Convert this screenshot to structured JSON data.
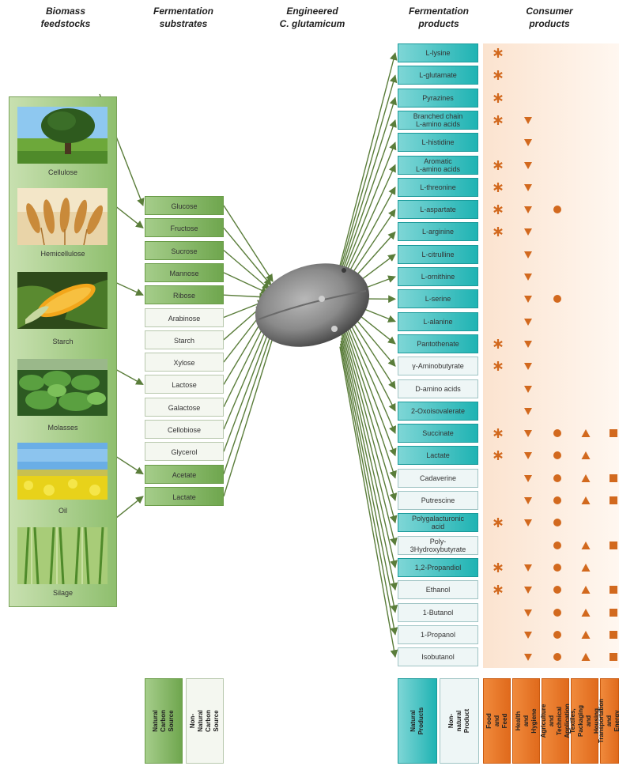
{
  "headers": {
    "feedstocks": "Biomass\nfeedstocks",
    "substrates": "Fermentation\nsubstrates",
    "engineered": "Engineered\nC. glutamicum",
    "products": "Fermentation\nproducts",
    "consumer": "Consumer\nproducts"
  },
  "feedstocks": [
    {
      "label": "Cellulose",
      "picture": "tree-in-meadow"
    },
    {
      "label": "Hemicellulose",
      "picture": "wheat-ears"
    },
    {
      "label": "Starch",
      "picture": "corn-cob"
    },
    {
      "label": "Molasses",
      "picture": "sugar-cane-leaves"
    },
    {
      "label": "Oil",
      "picture": "rapeseed-field"
    },
    {
      "label": "Silage",
      "picture": "grass-stalks"
    }
  ],
  "substrates": [
    {
      "label": "Glucose",
      "type": "natural"
    },
    {
      "label": "Fructose",
      "type": "natural"
    },
    {
      "label": "Sucrose",
      "type": "natural"
    },
    {
      "label": "Mannose",
      "type": "natural"
    },
    {
      "label": "Ribose",
      "type": "natural"
    },
    {
      "label": "Arabinose",
      "type": "non-natural"
    },
    {
      "label": "Starch",
      "type": "non-natural"
    },
    {
      "label": "Xylose",
      "type": "non-natural"
    },
    {
      "label": "Lactose",
      "type": "non-natural"
    },
    {
      "label": "Galactose",
      "type": "non-natural"
    },
    {
      "label": "Cellobiose",
      "type": "non-natural"
    },
    {
      "label": "Glycerol",
      "type": "non-natural"
    },
    {
      "label": "Acetate",
      "type": "natural"
    },
    {
      "label": "Lactate",
      "type": "natural"
    }
  ],
  "feedstock_links": [
    {
      "from": 0,
      "to": 0
    },
    {
      "from": 1,
      "to": 1
    },
    {
      "from": 2,
      "to": 4
    },
    {
      "from": 3,
      "to": 8
    },
    {
      "from": 4,
      "to": 12
    },
    {
      "from": 5,
      "to": 13
    }
  ],
  "products": [
    {
      "label": "L-lysine",
      "type": "natural",
      "marks": [
        "food"
      ]
    },
    {
      "label": "L-glutamate",
      "type": "natural",
      "marks": [
        "food"
      ]
    },
    {
      "label": "Pyrazines",
      "type": "natural",
      "marks": [
        "food"
      ]
    },
    {
      "label": "Branched chain\nL-amino acids",
      "type": "natural",
      "marks": [
        "food",
        "health"
      ]
    },
    {
      "label": "L-histidine",
      "type": "natural",
      "marks": [
        "health"
      ]
    },
    {
      "label": "Aromatic\nL-amino acids",
      "type": "natural",
      "marks": [
        "food",
        "health"
      ]
    },
    {
      "label": "L-threonine",
      "type": "natural",
      "marks": [
        "food",
        "health"
      ]
    },
    {
      "label": "L-aspartate",
      "type": "natural",
      "marks": [
        "food",
        "health",
        "agriculture"
      ]
    },
    {
      "label": "L-arginine",
      "type": "natural",
      "marks": [
        "food",
        "health"
      ]
    },
    {
      "label": "L-citrulline",
      "type": "natural",
      "marks": [
        "health"
      ]
    },
    {
      "label": "L-ornithine",
      "type": "natural",
      "marks": [
        "health"
      ]
    },
    {
      "label": "L-serine",
      "type": "natural",
      "marks": [
        "health",
        "agriculture"
      ]
    },
    {
      "label": "L-alanine",
      "type": "natural",
      "marks": [
        "health"
      ]
    },
    {
      "label": "Pantothenate",
      "type": "natural",
      "marks": [
        "food",
        "health"
      ]
    },
    {
      "label": "γ-Aminobutyrate",
      "type": "non-natural",
      "marks": [
        "food",
        "health"
      ]
    },
    {
      "label": "D-amino acids",
      "type": "non-natural",
      "marks": [
        "health"
      ]
    },
    {
      "label": "2-Oxoisovalerate",
      "type": "natural",
      "marks": [
        "health"
      ]
    },
    {
      "label": "Succinate",
      "type": "natural",
      "marks": [
        "food",
        "health",
        "agriculture",
        "textiles",
        "transport"
      ]
    },
    {
      "label": "Lactate",
      "type": "natural",
      "marks": [
        "food",
        "health",
        "agriculture",
        "textiles"
      ]
    },
    {
      "label": "Cadaverine",
      "type": "non-natural",
      "marks": [
        "health",
        "agriculture",
        "textiles",
        "transport"
      ]
    },
    {
      "label": "Putrescine",
      "type": "non-natural",
      "marks": [
        "health",
        "agriculture",
        "textiles",
        "transport"
      ]
    },
    {
      "label": "Polygalacturonic\nacid",
      "type": "natural",
      "marks": [
        "food",
        "health",
        "agriculture"
      ]
    },
    {
      "label": "Poly-\n3Hydroxybutyrate",
      "type": "non-natural",
      "marks": [
        "agriculture",
        "textiles",
        "transport"
      ]
    },
    {
      "label": "1,2-Propandiol",
      "type": "natural",
      "marks": [
        "food",
        "health",
        "agriculture",
        "textiles"
      ]
    },
    {
      "label": "Ethanol",
      "type": "non-natural",
      "marks": [
        "food",
        "health",
        "agriculture",
        "textiles",
        "transport"
      ]
    },
    {
      "label": "1-Butanol",
      "type": "non-natural",
      "marks": [
        "health",
        "agriculture",
        "textiles",
        "transport"
      ]
    },
    {
      "label": "1-Propanol",
      "type": "non-natural",
      "marks": [
        "health",
        "agriculture",
        "textiles",
        "transport"
      ]
    },
    {
      "label": "Isobutanol",
      "type": "non-natural",
      "marks": [
        "health",
        "agriculture",
        "textiles",
        "transport"
      ]
    }
  ],
  "legend": {
    "natural_source": "Natural\nCarbon Source",
    "non_natural_source": "Non-Natural\nCarbon Source",
    "natural_products": "Natural\nProducts",
    "non_natural_product": "Non-natural\nProduct",
    "categories": [
      {
        "key": "food",
        "label": "Food and Feed",
        "shape": "asterisk"
      },
      {
        "key": "health",
        "label": "Health and Hygiene",
        "shape": "triangle-down"
      },
      {
        "key": "agriculture",
        "label": "Agriculture and\nTechnical Application",
        "shape": "circle"
      },
      {
        "key": "textiles",
        "label": "Textiles, Packaging\nand Housing",
        "shape": "triangle-up"
      },
      {
        "key": "transport",
        "label": "Transportation and\nEnergy",
        "shape": "square"
      }
    ]
  },
  "colors": {
    "arrow": "#5a7d3a",
    "marker": "#d2691e",
    "legend_orange": "#f08a3c",
    "legend_orange_dark": "#e06a1c"
  }
}
